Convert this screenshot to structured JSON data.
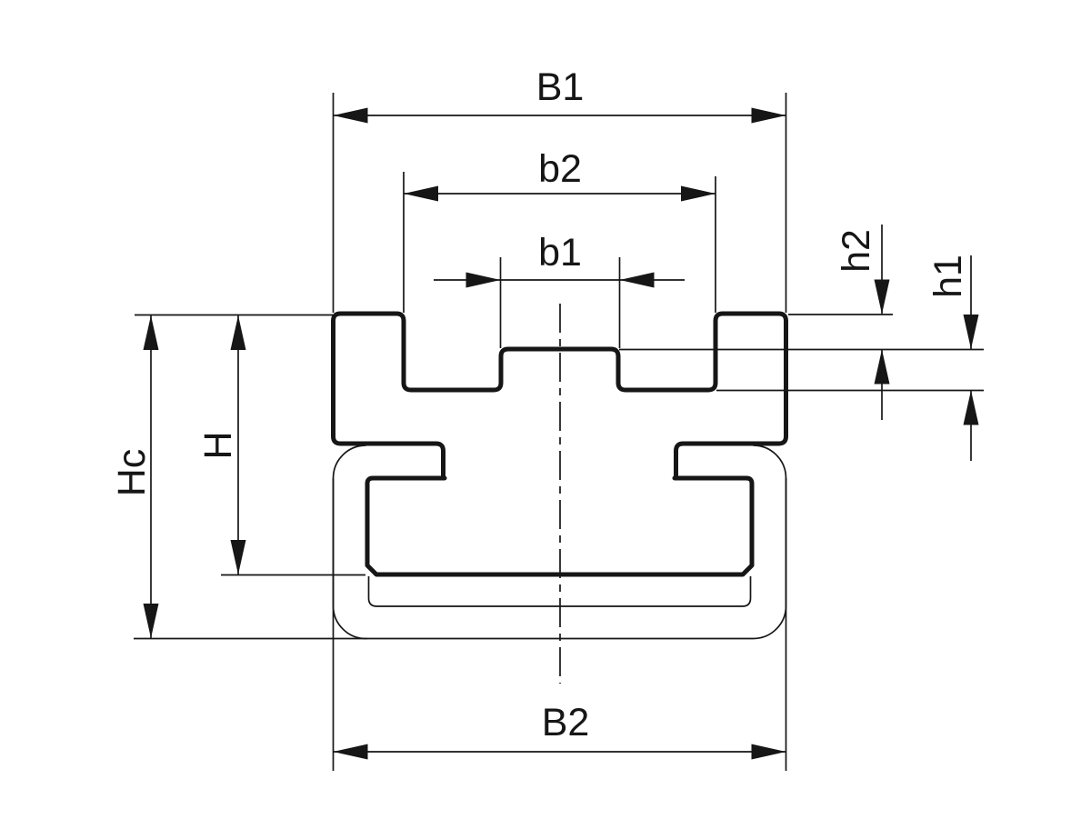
{
  "drawing": {
    "subject": "chain-guide-profile-cross-section",
    "background": "#ffffff",
    "line_color": "#161616",
    "labels": {
      "B1": "B1",
      "b2": "b2",
      "b1": "b1",
      "B2": "B2",
      "Hc": "Hc",
      "H": "H",
      "h2": "h2",
      "h1": "h1"
    }
  }
}
